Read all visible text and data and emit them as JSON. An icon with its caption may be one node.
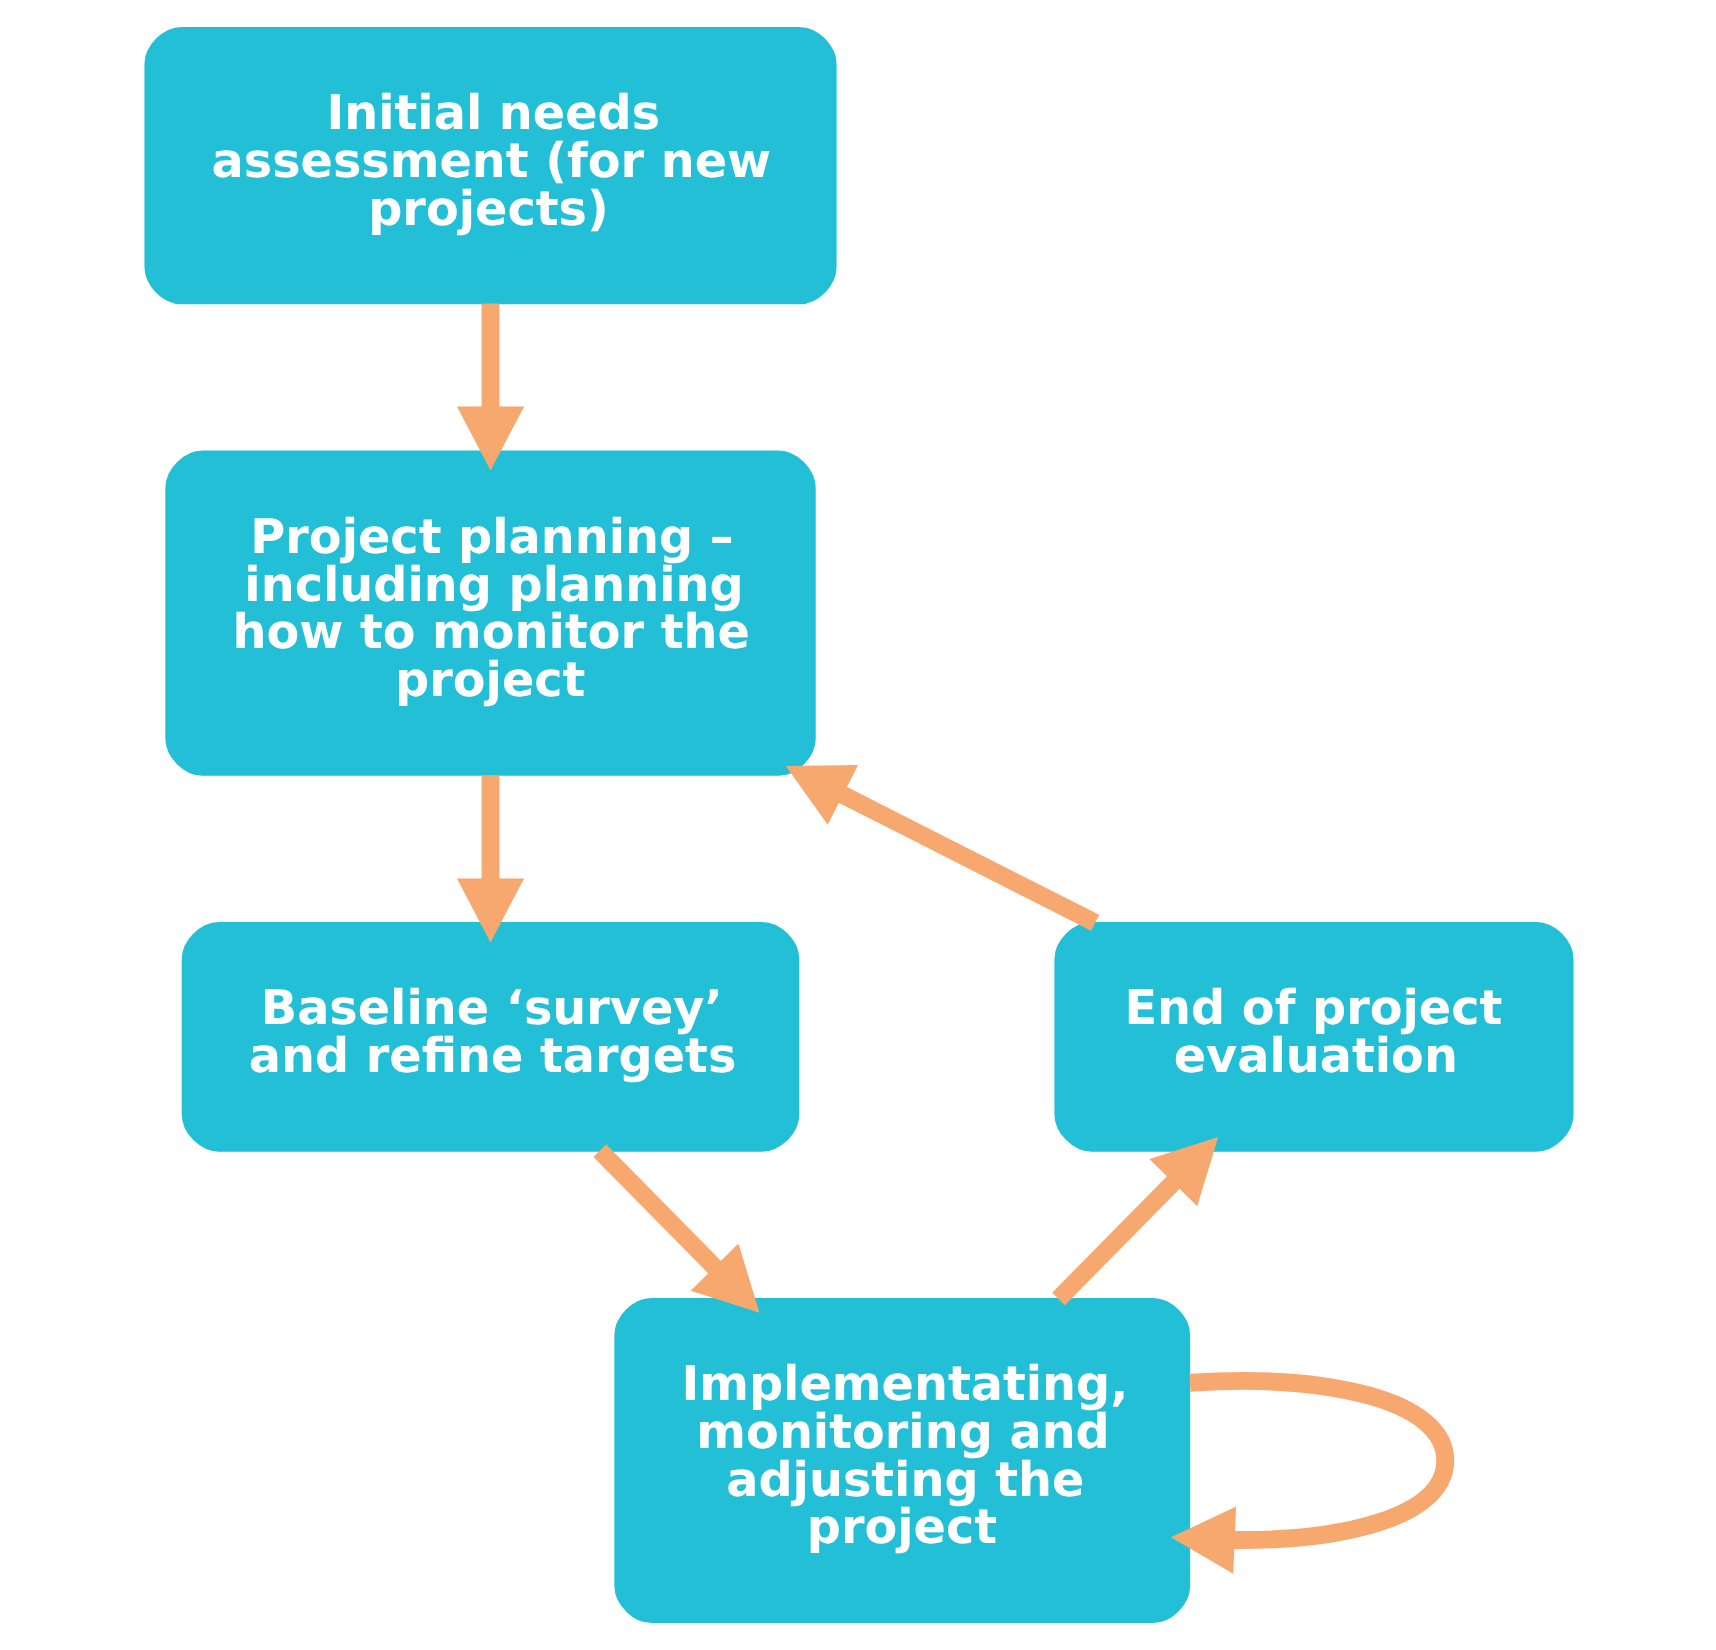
{
  "diagram": {
    "nodes": [
      {
        "text": [
          "Initial needs assessment (for new projects)"
        ]
      },
      {
        "text": [
          "Project planning – including planning how to monitor the project"
        ]
      },
      {
        "text": [
          "Baseline ‘survey’ and refine targets"
        ]
      },
      {
        "text": [
          "Implementating, monitoring and adjusting the project"
        ]
      },
      {
        "text": [
          "End of project evaluation"
        ]
      }
    ],
    "edges": [
      {
        "from": 0,
        "to": 1,
        "arrow": "to"
      },
      {
        "from": 1,
        "to": 2,
        "arrow": "to"
      },
      {
        "from": 2,
        "to": 3,
        "arrow": "to"
      },
      {
        "from": 3,
        "to": 3,
        "arrow": "to"
      },
      {
        "from": 3,
        "to": 4,
        "arrow": "to"
      },
      {
        "from": 4,
        "to": 1,
        "arrow": "to"
      }
    ]
  }
}
